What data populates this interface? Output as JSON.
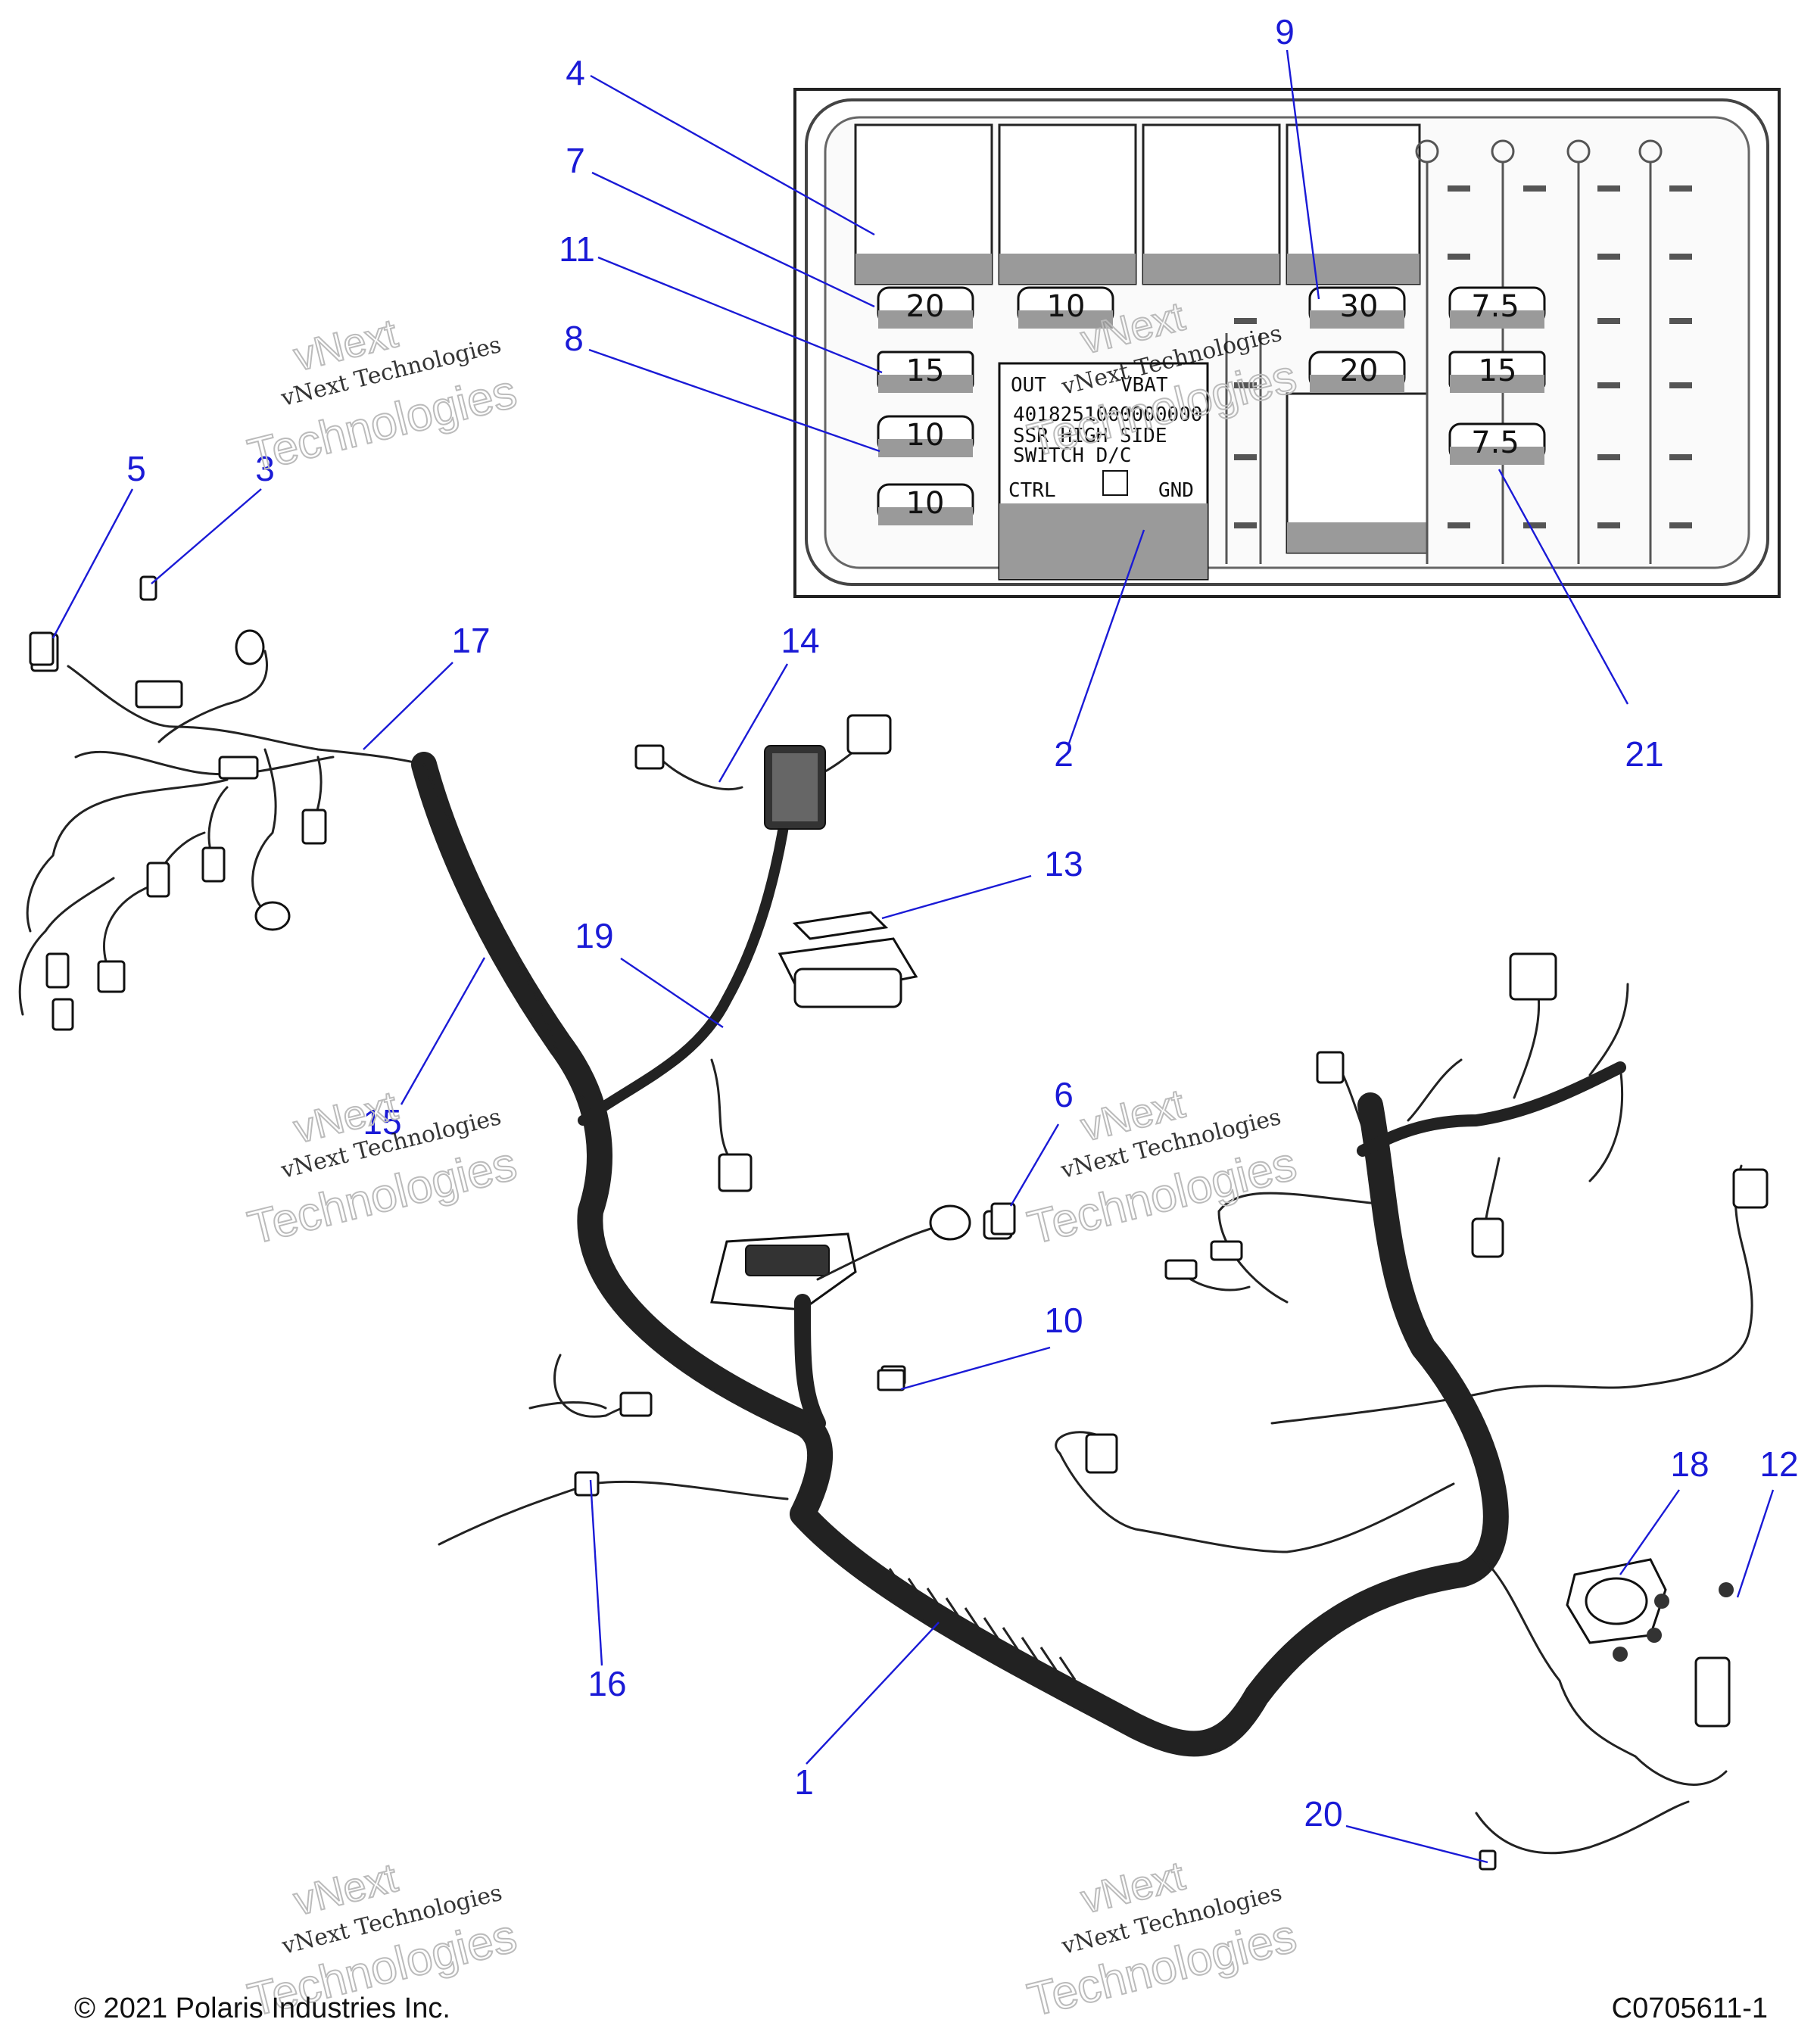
{
  "callouts": [
    {
      "id": "1",
      "label": "1"
    },
    {
      "id": "2",
      "label": "2"
    },
    {
      "id": "3",
      "label": "3"
    },
    {
      "id": "4",
      "label": "4"
    },
    {
      "id": "5",
      "label": "5"
    },
    {
      "id": "6",
      "label": "6"
    },
    {
      "id": "7",
      "label": "7"
    },
    {
      "id": "8",
      "label": "8"
    },
    {
      "id": "9",
      "label": "9"
    },
    {
      "id": "10",
      "label": "10"
    },
    {
      "id": "11",
      "label": "11"
    },
    {
      "id": "12",
      "label": "12"
    },
    {
      "id": "13",
      "label": "13"
    },
    {
      "id": "14",
      "label": "14"
    },
    {
      "id": "15",
      "label": "15"
    },
    {
      "id": "16",
      "label": "16"
    },
    {
      "id": "17",
      "label": "17"
    },
    {
      "id": "18",
      "label": "18"
    },
    {
      "id": "19",
      "label": "19"
    },
    {
      "id": "20",
      "label": "20"
    },
    {
      "id": "21",
      "label": "21"
    }
  ],
  "fuse_box": {
    "fuses": [
      "20",
      "10",
      "30",
      "7.5",
      "15",
      "20",
      "15",
      "10",
      "7.5",
      "10"
    ],
    "module": {
      "out": "OUT",
      "vbat": "VBAT",
      "part_number": "4018251000000000",
      "line1": "SSR  HIGH  SIDE",
      "line2": "SWITCH        D/C",
      "ctrl": "CTRL",
      "gnd": "GND"
    }
  },
  "watermark": {
    "line1": "vNext",
    "line2": "vNext Technologies",
    "line3": "Technologies"
  },
  "footer": {
    "copyright": "© 2021 Polaris Industries Inc.",
    "drawing_id": "C0705611-1"
  },
  "colors": {
    "callout": "#1a1ad6",
    "line_art": "#222222",
    "background": "#ffffff"
  }
}
